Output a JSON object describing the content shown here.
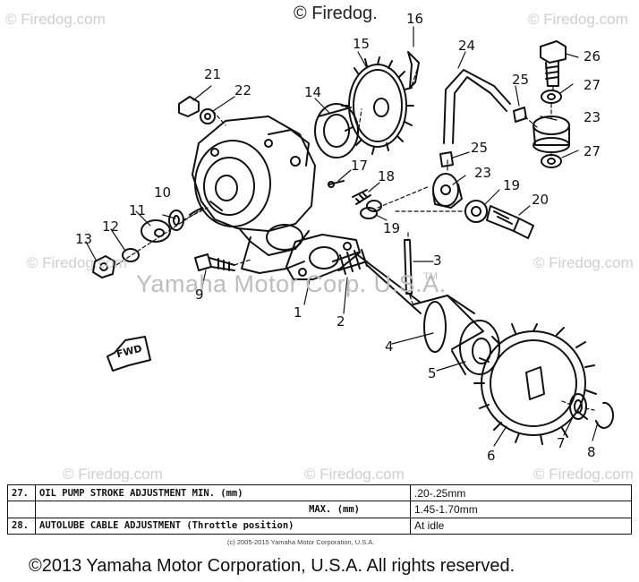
{
  "watermarks": {
    "top_center": "© Firedog.",
    "corner_repeat": "© Firedog.com",
    "center": "Yamaha Motor Corp. U.S.A.",
    "center_tm": "TM"
  },
  "callouts": [
    "1",
    "2",
    "3",
    "4",
    "5",
    "6",
    "7",
    "8",
    "9",
    "10",
    "11",
    "12",
    "13",
    "15",
    "14",
    "16",
    "17",
    "18",
    "19",
    "19",
    "20",
    "21",
    "22",
    "23",
    "23",
    "24",
    "25",
    "25",
    "26",
    "27",
    "27"
  ],
  "spec_table": {
    "rows": [
      {
        "num": "27.",
        "label": "OIL PUMP STROKE ADJUSTMENT MIN. (mm)",
        "value": ".20-.25mm"
      },
      {
        "num": "",
        "label": "MAX. (mm)",
        "value": "1.45-1.70mm"
      },
      {
        "num": "28.",
        "label": "AUTOLUBE CABLE ADJUSTMENT (Throttle position)",
        "value": "At idle"
      }
    ]
  },
  "source_note": "(c) 2005-2015 Yamaha Motor Corporation, U.S.A.",
  "footer": "©2013 Yamaha Motor Corporation, U.S.A. All rights reserved.",
  "fwd_label": "FWD",
  "colors": {
    "ink": "#111111",
    "watermark": "#cfcfcf",
    "background": "#ffffff"
  }
}
